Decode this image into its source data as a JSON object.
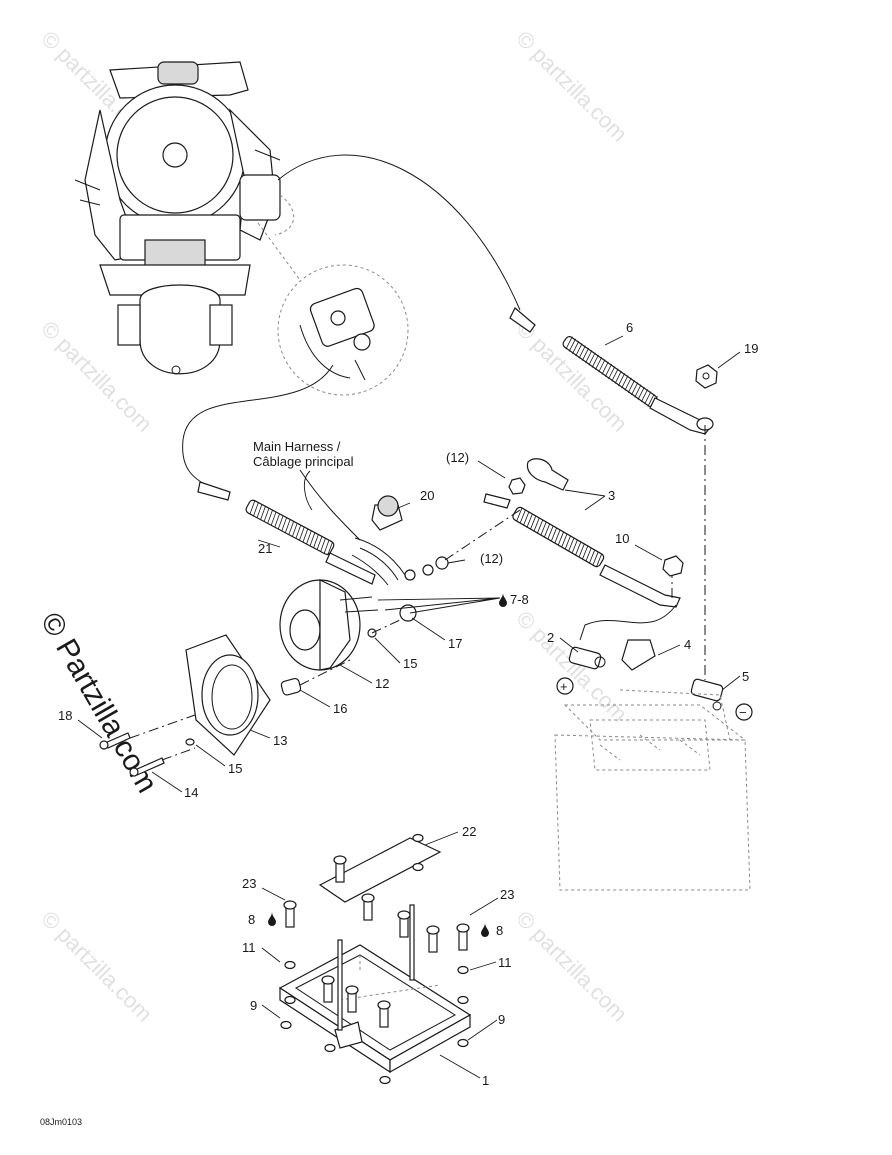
{
  "harness_label": {
    "line1": "Main Harness /",
    "line2": "Câblage principal"
  },
  "callouts": {
    "p1": "1",
    "p2": "2",
    "p3": "3",
    "p4": "4",
    "p5": "5",
    "p6": "6",
    "p8a": "8",
    "p8b": "8",
    "p9a": "9",
    "p9b": "9",
    "p10": "10",
    "p11a": "11",
    "p11b": "11",
    "p12": "12",
    "p12a": "(12)",
    "p12b": "(12)",
    "p13": "13",
    "p14": "14",
    "p15a": "15",
    "p15b": "15",
    "p16": "16",
    "p17": "17",
    "p18": "18",
    "p19": "19",
    "p20": "20",
    "p21": "21",
    "p22": "22",
    "p23a": "23",
    "p23b": "23",
    "p78": "7-8"
  },
  "polarity": {
    "plus": "+",
    "minus": "−"
  },
  "drawing_code": "08Jm0103",
  "watermark": {
    "text": "© Partzilla.com",
    "small": "© partzilla.com"
  }
}
